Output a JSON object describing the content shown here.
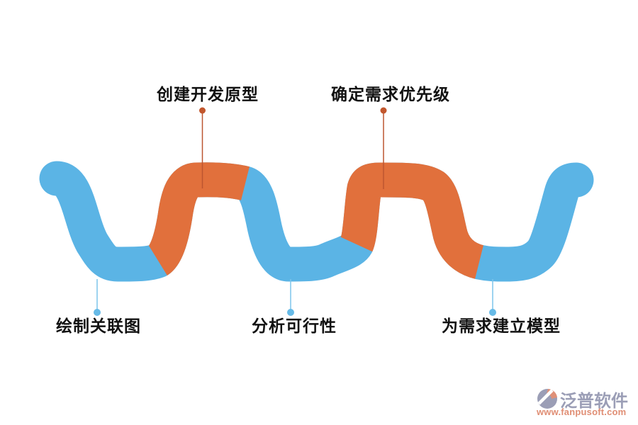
{
  "diagram": {
    "title_hint": "requirements-analysis-process-wave",
    "steps_top": [
      {
        "label": "创建开发原型"
      },
      {
        "label": "确定需求优先级"
      }
    ],
    "steps_bottom": [
      {
        "label": "绘制关联图"
      },
      {
        "label": "分析可行性"
      },
      {
        "label": "为需求建立模型"
      }
    ]
  },
  "colors": {
    "wave_blue": "#5BB4E5",
    "wave_orange": "#E1703C",
    "top_connector": "#BC5530",
    "top_dot": "#C2572D",
    "bottom_connector": "#7CC4EA",
    "bottom_dot": "#66BAE7",
    "label_text": "#111111",
    "watermark_gray": "#9B9EB6",
    "watermark_salmon": "#E08E74",
    "background": "#FFFFFF"
  },
  "watermark": {
    "brand": "泛普软件",
    "url": "www.fanpusoft.com",
    "logo_icon": "fanpu-logo-icon"
  }
}
